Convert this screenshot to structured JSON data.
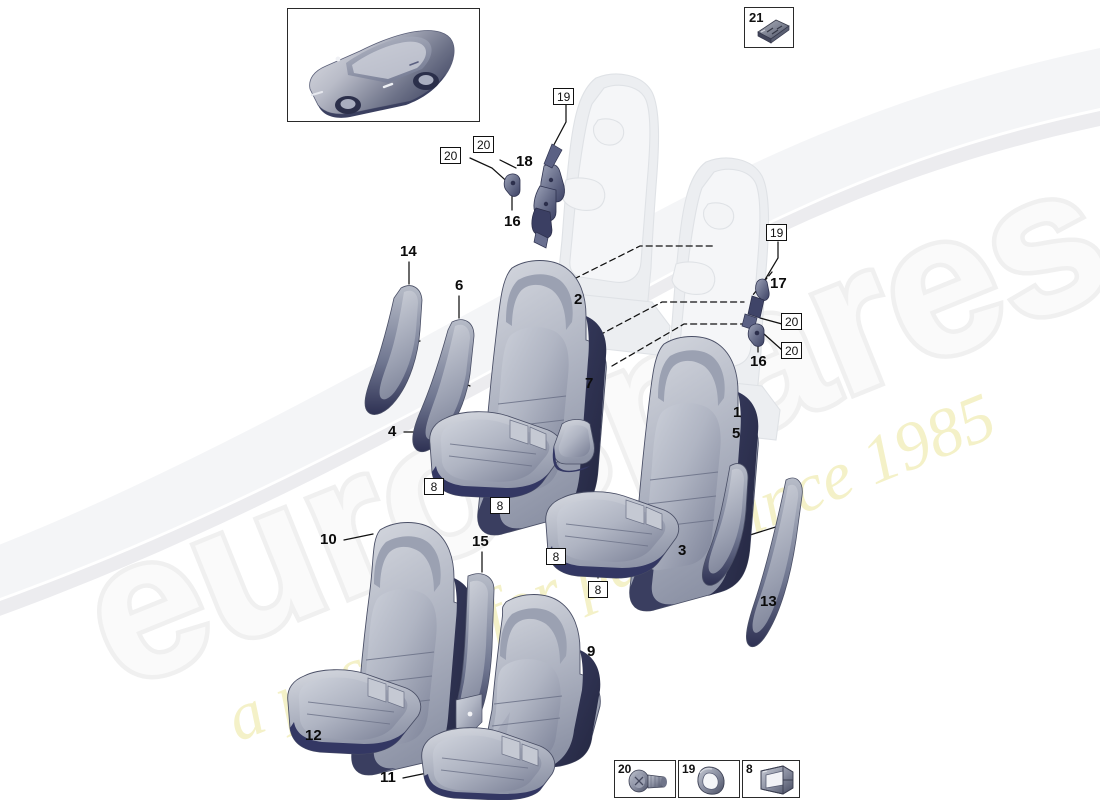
{
  "diagram": {
    "title": "Seat parts exploded view",
    "background_color": "#ffffff",
    "part_light_color": "#b9bdc9",
    "part_mid_color": "#8e93a6",
    "part_dark_color": "#2d3052",
    "ghost_color": "#e9eaee",
    "line_color": "#111111"
  },
  "watermark": {
    "primary_text": "eurospares",
    "secondary_text": "a passion for parts since 1985",
    "primary_color": "#f2f2f2",
    "secondary_color": "#f3f0cd"
  },
  "insets": [
    {
      "name": "vehicle-illustration",
      "number": ""
    },
    {
      "name": "component-21",
      "number": "21"
    }
  ],
  "legend": {
    "items": [
      {
        "number": "20",
        "icon": "screw-icon",
        "name": "legend-screw"
      },
      {
        "number": "19",
        "icon": "grommet-icon",
        "name": "legend-grommet"
      },
      {
        "number": "8",
        "icon": "clip-bracket-icon",
        "name": "legend-clip-bracket"
      }
    ]
  },
  "callouts": [
    {
      "id": "c14",
      "text": "14"
    },
    {
      "id": "c6",
      "text": "6"
    },
    {
      "id": "c2",
      "text": "2"
    },
    {
      "id": "c4",
      "text": "4"
    },
    {
      "id": "c7",
      "text": "7"
    },
    {
      "id": "c1",
      "text": "1"
    },
    {
      "id": "c5",
      "text": "5"
    },
    {
      "id": "c3",
      "text": "3"
    },
    {
      "id": "c13",
      "text": "13"
    },
    {
      "id": "c10",
      "text": "10"
    },
    {
      "id": "c15",
      "text": "15"
    },
    {
      "id": "c9",
      "text": "9"
    },
    {
      "id": "c12",
      "text": "12"
    },
    {
      "id": "c11",
      "text": "11"
    },
    {
      "id": "c18",
      "text": "18"
    },
    {
      "id": "c16a",
      "text": "16"
    },
    {
      "id": "c16b",
      "text": "16"
    },
    {
      "id": "c17",
      "text": "17"
    }
  ],
  "boxed_callouts": [
    {
      "id": "b19a",
      "text": "19"
    },
    {
      "id": "b20a",
      "text": "20"
    },
    {
      "id": "b20b",
      "text": "20"
    },
    {
      "id": "b19b",
      "text": "19"
    },
    {
      "id": "b20c",
      "text": "20"
    },
    {
      "id": "b20d",
      "text": "20"
    },
    {
      "id": "b8a",
      "text": "8"
    },
    {
      "id": "b8b",
      "text": "8"
    },
    {
      "id": "b8c",
      "text": "8"
    },
    {
      "id": "b8d",
      "text": "8"
    }
  ]
}
